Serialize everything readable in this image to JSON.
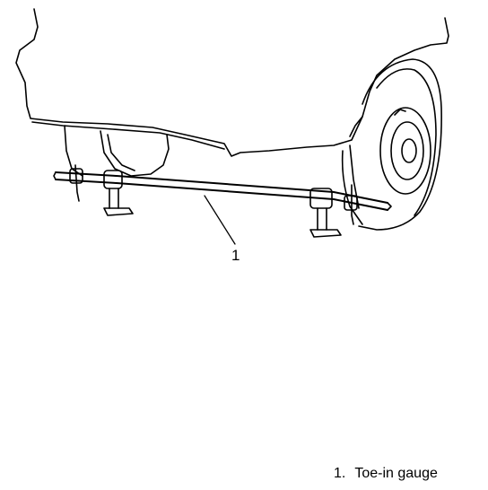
{
  "diagram": {
    "callouts": [
      {
        "number": "1"
      }
    ],
    "legend": [
      {
        "number": "1.",
        "label": "Toe-in gauge"
      }
    ]
  }
}
